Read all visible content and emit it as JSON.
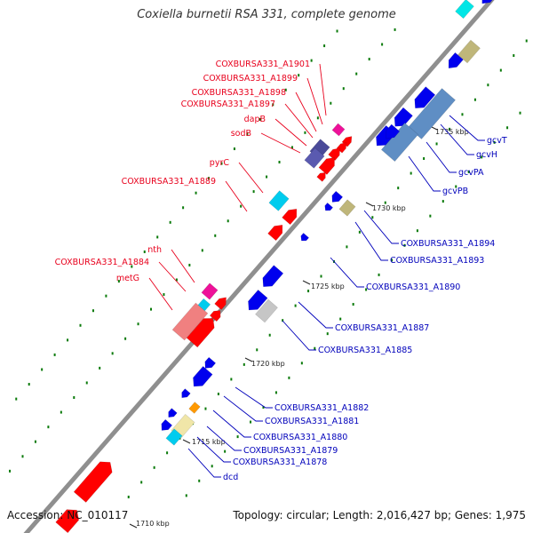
{
  "title": "Coxiella burnetii RSA 331, complete genome",
  "footer": {
    "accession": "Accession: NC_010117",
    "topology": "Topology: circular; Length: 2,016,427 bp; Genes: 1,975"
  },
  "colors": {
    "backbone": "#8f8f8f",
    "forward_label": "#e8001c",
    "reverse_label": "#0000bb",
    "tick_dot": "#0a7a0a"
  },
  "scale_ticks": [
    {
      "label": "1710 kbp"
    },
    {
      "label": "1715 kbp"
    },
    {
      "label": "1720 kbp"
    },
    {
      "label": "1725 kbp"
    },
    {
      "label": "1730 kbp"
    },
    {
      "label": "1735 kbp"
    }
  ],
  "forward_labels": [
    {
      "text": "COXBURSA331_A1901"
    },
    {
      "text": "COXBURSA331_A1899"
    },
    {
      "text": "COXBURSA331_A1898"
    },
    {
      "text": "COXBURSA331_A1897"
    },
    {
      "text": "dapB"
    },
    {
      "text": "sodB"
    },
    {
      "text": "pyrC"
    },
    {
      "text": "COXBURSA331_A1889"
    },
    {
      "text": "nth"
    },
    {
      "text": "COXBURSA331_A1884"
    },
    {
      "text": "metG"
    }
  ],
  "reverse_labels": [
    {
      "text": "gcvT"
    },
    {
      "text": "gcvH"
    },
    {
      "text": "gcvPA"
    },
    {
      "text": "gcvPB"
    },
    {
      "text": "COXBURSA331_A1894"
    },
    {
      "text": "COXBURSA331_A1893"
    },
    {
      "text": "COXBURSA331_A1890"
    },
    {
      "text": "COXBURSA331_A1887"
    },
    {
      "text": "COXBURSA331_A1885"
    },
    {
      "text": "COXBURSA331_A1882"
    },
    {
      "text": "COXBURSA331_A1881"
    },
    {
      "text": "COXBURSA331_A1880"
    },
    {
      "text": "COXBURSA331_A1879"
    },
    {
      "text": "COXBURSA331_A1878"
    },
    {
      "text": "dcd"
    }
  ]
}
